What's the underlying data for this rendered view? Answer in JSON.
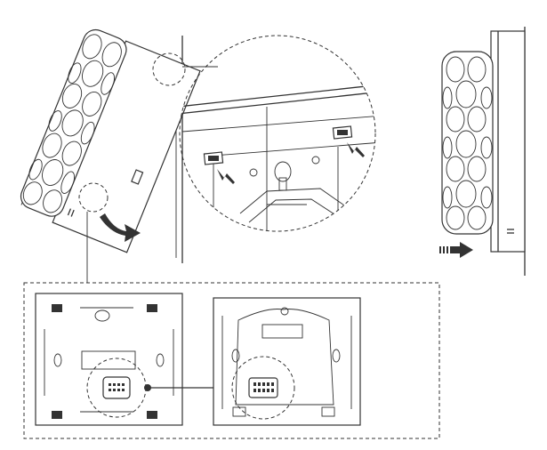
{
  "diagram": {
    "line_color": "#333333",
    "background": "#ffffff",
    "icons": [
      "tilted-panel",
      "wall",
      "magnified-detail-circle",
      "side-view-panel",
      "push-arrow",
      "rotate-arrow",
      "back-plate",
      "base-plate",
      "connector"
    ]
  }
}
